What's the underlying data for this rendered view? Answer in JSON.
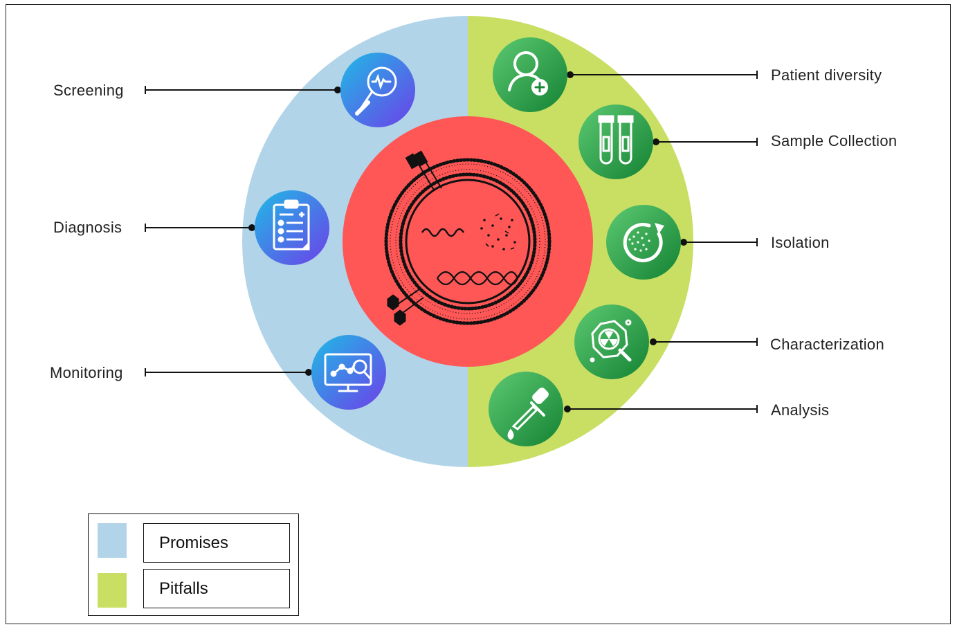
{
  "colors": {
    "promises": "#b1d4e9",
    "pitfalls": "#c8df64",
    "center": "#ff5656",
    "promise_icon_start": "#22b3e4",
    "promise_icon_end": "#6b45e6",
    "pitfall_icon_start": "#5cc46e",
    "pitfall_icon_end": "#168a35"
  },
  "promises": [
    {
      "label": "Screening",
      "icon": "magnifier-waveform-icon"
    },
    {
      "label": "Diagnosis",
      "icon": "clipboard-checklist-icon"
    },
    {
      "label": "Monitoring",
      "icon": "monitor-analytics-icon"
    }
  ],
  "pitfalls": [
    {
      "label": "Patient diversity",
      "icon": "patient-icon"
    },
    {
      "label": "Sample Collection",
      "icon": "test-tubes-icon"
    },
    {
      "label": "Isolation",
      "icon": "centrifuge-icon"
    },
    {
      "label": "Characterization",
      "icon": "radiation-inspect-icon"
    },
    {
      "label": "Analysis",
      "icon": "dropper-icon"
    }
  ],
  "center_icon": "extracellular-vesicle-icon",
  "legend": {
    "promises_label": "Promises",
    "pitfalls_label": "Pitfalls"
  }
}
